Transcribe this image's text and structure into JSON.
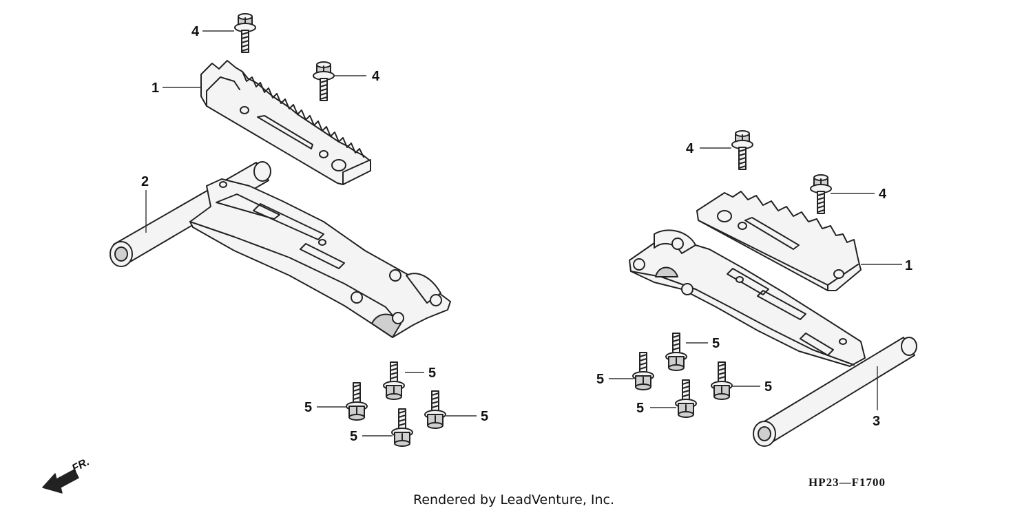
{
  "diagram": {
    "callouts": {
      "c1_left": "1",
      "c1_right": "1",
      "c2": "2",
      "c3": "3",
      "c4_a": "4",
      "c4_b": "4",
      "c4_c": "4",
      "c4_d": "4",
      "c5_a": "5",
      "c5_b": "5",
      "c5_c": "5",
      "c5_d": "5",
      "c5_e": "5",
      "c5_f": "5",
      "c5_g": "5",
      "c5_h": "5"
    },
    "direction_label": "FR.",
    "diagram_code": "HP23—F1700",
    "credit": "Rendered by LeadVenture, Inc."
  }
}
